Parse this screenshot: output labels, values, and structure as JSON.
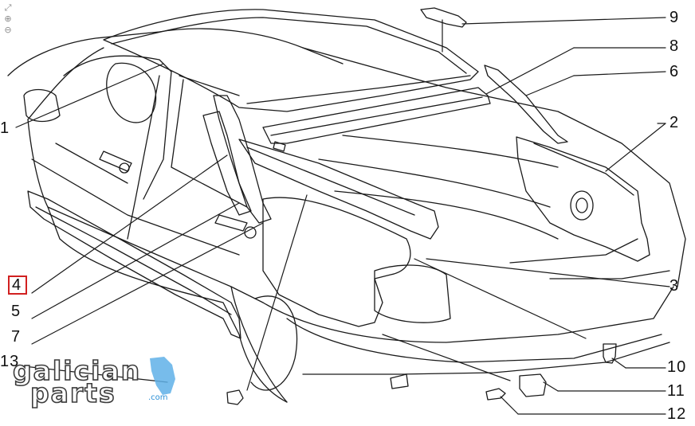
{
  "viewer_tools": [
    {
      "icon": "fit-page-icon",
      "glyph": "⤢"
    },
    {
      "icon": "zoom-in-icon",
      "glyph": "⊕"
    },
    {
      "icon": "zoom-out-icon",
      "glyph": "⊖"
    }
  ],
  "callouts": {
    "c1": "1",
    "c2": "2",
    "c3": "3",
    "c4": "4",
    "c5": "5",
    "c6": "6",
    "c7": "7",
    "c8": "8",
    "c9": "9",
    "c10": "10",
    "c11": "11",
    "c12": "12",
    "c13": "13"
  },
  "highlighted_callout": "4",
  "highlight_color": "#d12020",
  "line_color": "#1a1a1a",
  "logo": {
    "line1": "galician",
    "line2": "parts",
    "suffix": ".com",
    "accent_color": "#2a8fd6"
  }
}
